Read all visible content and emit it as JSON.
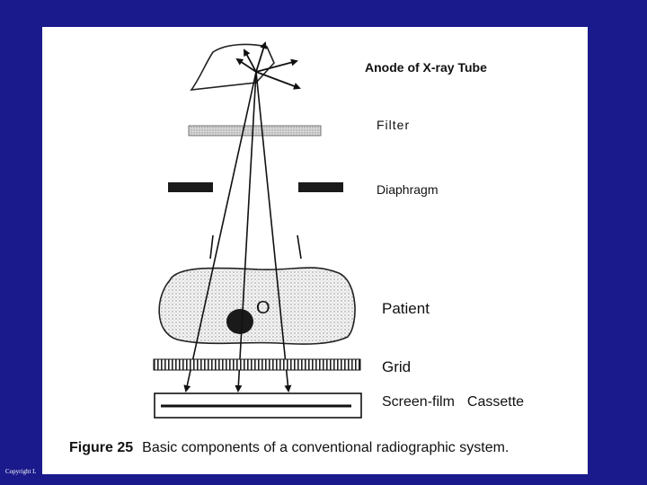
{
  "diagram": {
    "labels": {
      "anode": "Anode of X-ray Tube",
      "filter": "Filter",
      "diaphragm": "Diaphragm",
      "patient": "Patient",
      "grid": "Grid",
      "cassette_part1": "Screen-film",
      "cassette_part2": "Cassette",
      "object_marker": "O"
    },
    "caption": {
      "figure_number": "Figure 25",
      "text": "Basic components of a conventional radiographic system."
    }
  },
  "footer": {
    "copyright": "Copyright L"
  },
  "colors": {
    "background": "#1a1a8c",
    "slide": "#ffffff",
    "ink": "#111111"
  }
}
